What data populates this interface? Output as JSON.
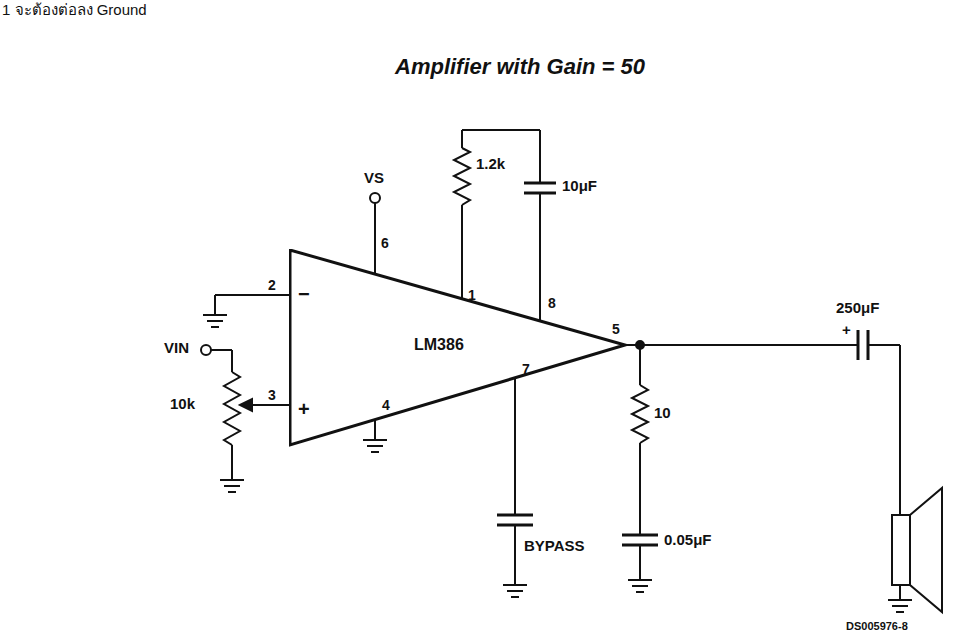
{
  "diagram": {
    "title": "Amplifier with Gain = 50",
    "nodes": [
      {
        "text": [
          "LM386"
        ]
      }
    ],
    "edges": [],
    "labels": [
      "1 จะต้องต่อลง Ground",
      "VS",
      "6",
      "1.2k",
      "10μF",
      "2",
      "−",
      "1",
      "8",
      "VIN",
      "10k",
      "3",
      "+",
      "4",
      "7",
      "5",
      "250μF",
      "+",
      "10",
      "BYPASS",
      "0.05μF",
      "DS005976-8"
    ]
  }
}
